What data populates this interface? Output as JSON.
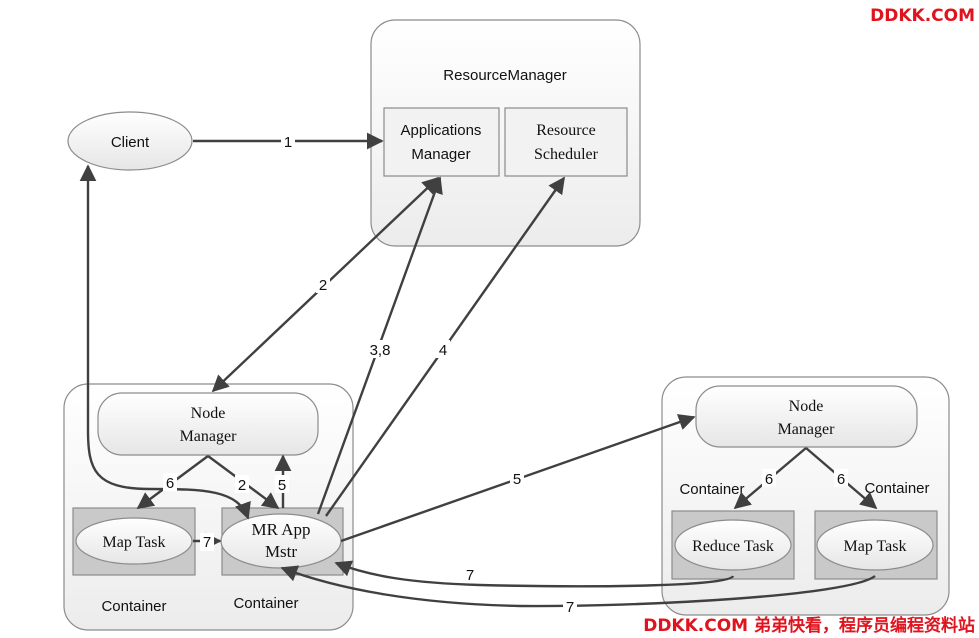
{
  "watermark_top": "DDKK.COM",
  "watermark_bottom": "DDKK.COM 弟弟快看，程序员编程资料站",
  "client": "Client",
  "resource_manager": {
    "title": "ResourceManager",
    "apps_manager": [
      "Applications",
      "Manager"
    ],
    "scheduler": [
      "Resource",
      "Scheduler"
    ]
  },
  "left_node": {
    "node_manager": [
      "Node",
      "Manager"
    ],
    "map_task": "Map Task",
    "mr_app": [
      "MR App",
      "Mstr"
    ],
    "container_left": "Container",
    "container_right": "Container"
  },
  "right_node": {
    "node_manager": [
      "Node",
      "Manager"
    ],
    "reduce_task": "Reduce Task",
    "map_task": "Map Task",
    "container_left": "Container",
    "container_right": "Container"
  },
  "edges": {
    "e1": "1",
    "e2_rm": "2",
    "e38": "3,8",
    "e4": "4",
    "e5_right": "5",
    "e6_left": "6",
    "e2_nm": "2",
    "e5_up": "5",
    "e7_map": "7",
    "e6_reduce": "6",
    "e6_map": "6",
    "e7_reduce": "7",
    "e7_map2": "7"
  }
}
